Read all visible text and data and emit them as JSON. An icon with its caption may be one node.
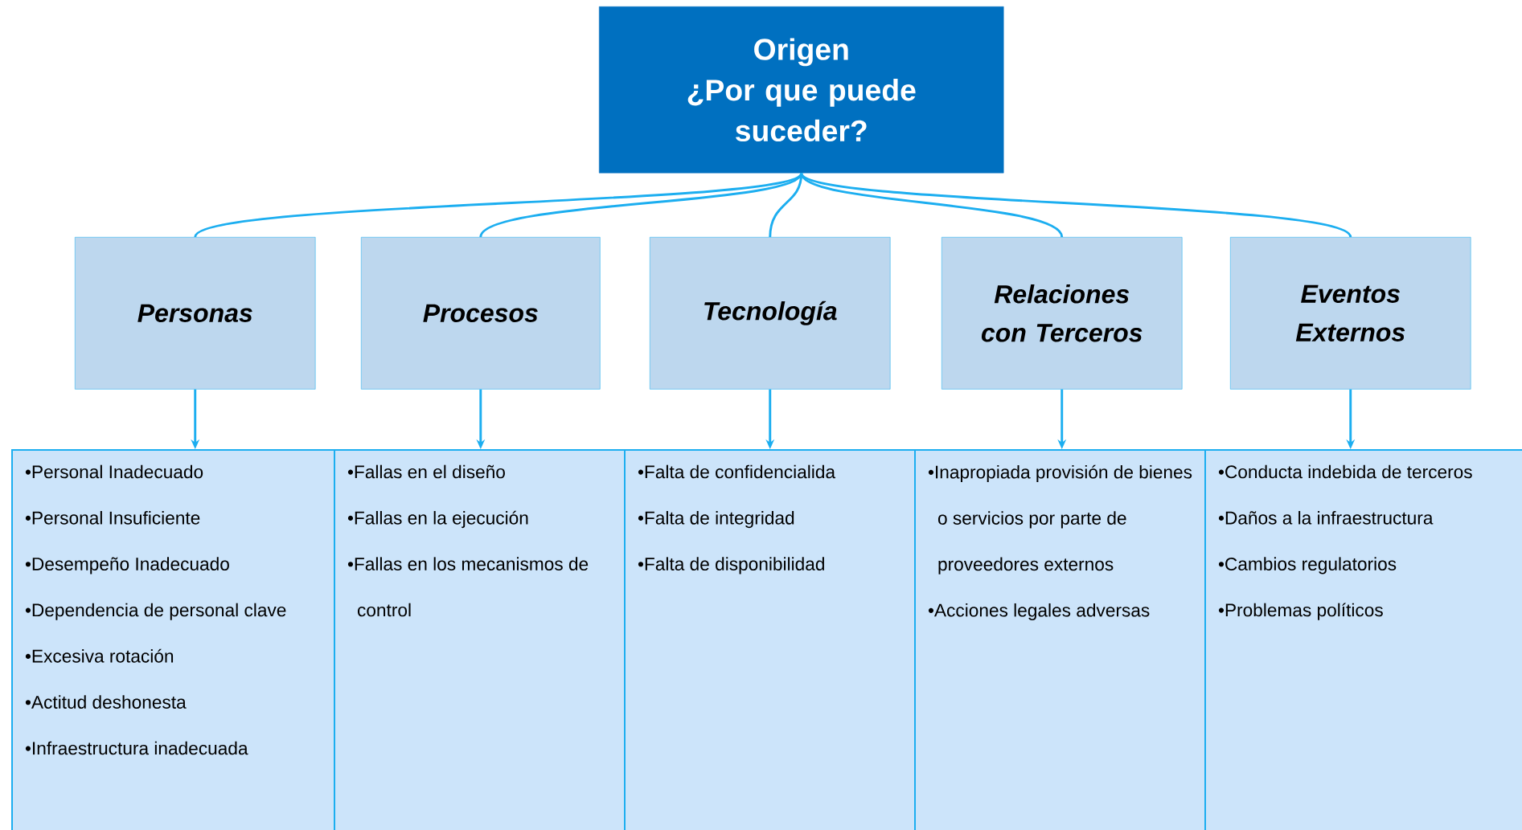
{
  "diagram": {
    "nodes": [
      {
        "text": [
          "Origen",
          "¿Por que puede suceder?"
        ]
      },
      {
        "text": [
          "Personas"
        ]
      },
      {
        "text": [
          "Procesos"
        ]
      },
      {
        "text": [
          "Tecnología"
        ]
      },
      {
        "text": [
          "Relaciones con Terceros"
        ]
      },
      {
        "text": [
          "Eventos Externos"
        ]
      },
      {
        "text": [
          "•Personal Inadecuado",
          "•Personal Insuficiente",
          "•Desempeño Inadecuado",
          "•Dependencia de personal clave",
          "•Excesiva rotación",
          "•Actitud deshonesta",
          "•Infraestructura inadecuada"
        ]
      },
      {
        "text": [
          "•Fallas en el diseño",
          "•Fallas en la ejecución",
          "•Fallas en los mecanismos de control"
        ]
      },
      {
        "text": [
          "•Falta de confidencialida",
          "•Falta de integridad",
          "•Falta de disponibilidad"
        ]
      },
      {
        "text": [
          "•Inapropiada provisión de bienes o servicios por parte de proveedores externos",
          "•Acciones legales adversas"
        ]
      },
      {
        "text": [
          "•Conducta indebida de terceros",
          "•Daños a la infraestructura",
          "•Cambios regulatorios",
          "•Problemas políticos"
        ]
      }
    ],
    "edges": [
      {
        "from": 0,
        "to": 1,
        "arrow": "none"
      },
      {
        "from": 0,
        "to": 2,
        "arrow": "none"
      },
      {
        "from": 0,
        "to": 3,
        "arrow": "none"
      },
      {
        "from": 0,
        "to": 4,
        "arrow": "none"
      },
      {
        "from": 0,
        "to": 5,
        "arrow": "none"
      },
      {
        "from": 1,
        "to": 6,
        "arrow": "to"
      },
      {
        "from": 2,
        "to": 7,
        "arrow": "to"
      },
      {
        "from": 3,
        "to": 8,
        "arrow": "to"
      },
      {
        "from": 4,
        "to": 9,
        "arrow": "to"
      },
      {
        "from": 5,
        "to": 10,
        "arrow": "to"
      }
    ]
  }
}
